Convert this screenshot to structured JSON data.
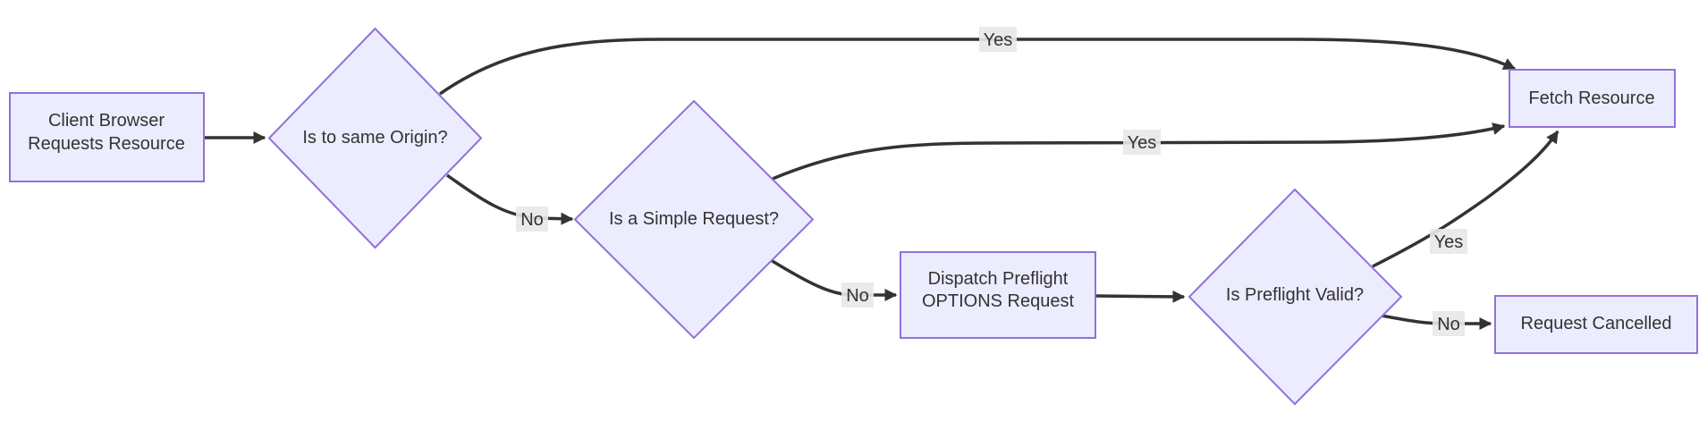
{
  "diagram": {
    "type": "flowchart",
    "direction": "left-to-right",
    "background": "#ffffff",
    "colors": {
      "node_fill": "#ECECFF",
      "node_border": "#9370DB",
      "edge_stroke": "#333333",
      "text": "#333333",
      "edge_label_bg": "#e8e8e8"
    },
    "nodes": {
      "client": {
        "shape": "rect",
        "line1": "Client Browser",
        "line2": "Requests Resource"
      },
      "same_origin": {
        "shape": "diamond",
        "label": "Is to same Origin?"
      },
      "simple_request": {
        "shape": "diamond",
        "label": "Is a Simple Request?"
      },
      "dispatch_preflight": {
        "shape": "rect",
        "line1": "Dispatch Preflight",
        "line2": "OPTIONS Request"
      },
      "preflight_valid": {
        "shape": "diamond",
        "label": "Is Preflight Valid?"
      },
      "fetch_resource": {
        "shape": "rect",
        "label": "Fetch Resource"
      },
      "request_cancelled": {
        "shape": "rect",
        "label": "Request Cancelled"
      }
    },
    "edges": [
      {
        "from": "client",
        "to": "same_origin",
        "label": ""
      },
      {
        "from": "same_origin",
        "to": "fetch_resource",
        "label": "Yes"
      },
      {
        "from": "same_origin",
        "to": "simple_request",
        "label": "No"
      },
      {
        "from": "simple_request",
        "to": "fetch_resource",
        "label": "Yes"
      },
      {
        "from": "simple_request",
        "to": "dispatch_preflight",
        "label": "No"
      },
      {
        "from": "dispatch_preflight",
        "to": "preflight_valid",
        "label": ""
      },
      {
        "from": "preflight_valid",
        "to": "fetch_resource",
        "label": "Yes"
      },
      {
        "from": "preflight_valid",
        "to": "request_cancelled",
        "label": "No"
      }
    ],
    "edge_labels": {
      "origin_yes": "Yes",
      "origin_no": "No",
      "simple_yes": "Yes",
      "simple_no": "No",
      "preflight_yes": "Yes",
      "preflight_no": "No"
    }
  }
}
